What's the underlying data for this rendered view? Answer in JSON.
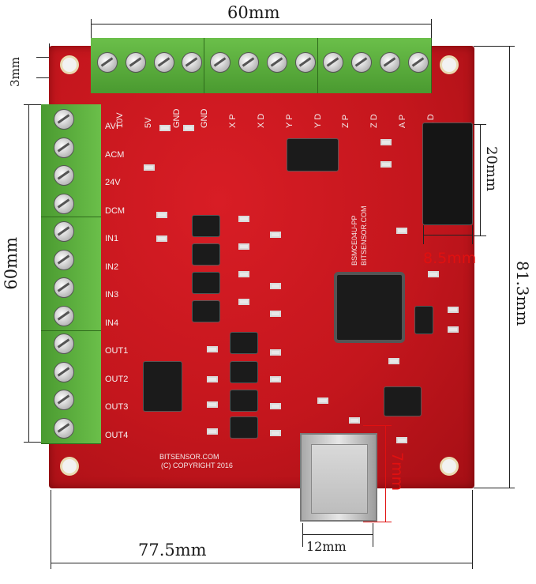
{
  "dimensions": {
    "top_width": "60mm",
    "hole_height": "3mm",
    "left_height": "60mm",
    "header_height": "20mm",
    "header_offset": "8.5mm",
    "board_height": "81.3mm",
    "usb_height": "7mm",
    "usb_width": "12mm",
    "board_width": "77.5mm"
  },
  "top_pins": [
    "10V",
    "5V",
    "GND",
    "GND",
    "X P",
    "X D",
    "Y P",
    "Y D",
    "Z P",
    "Z D",
    "A P",
    "A D"
  ],
  "left_pins": [
    "AVI",
    "ACM",
    "24V",
    "DCM",
    "IN1",
    "IN2",
    "IN3",
    "IN4",
    "OUT1",
    "OUT2",
    "OUT3",
    "OUT4"
  ],
  "silkscreen": {
    "model": "BSMCE04U-PP",
    "brand": "BITSENSOR.COM",
    "footer_brand": "BITSENSOR.COM",
    "copyright": "(C) COPYRIGHT 2016"
  },
  "colors": {
    "board": "#c4161d",
    "terminal": "#5aaa3a",
    "dim_red": "#e01010"
  },
  "icons": [
    "mounting-hole-icon",
    "screw-terminal-icon",
    "usb-port-icon",
    "ic-chip-icon"
  ]
}
